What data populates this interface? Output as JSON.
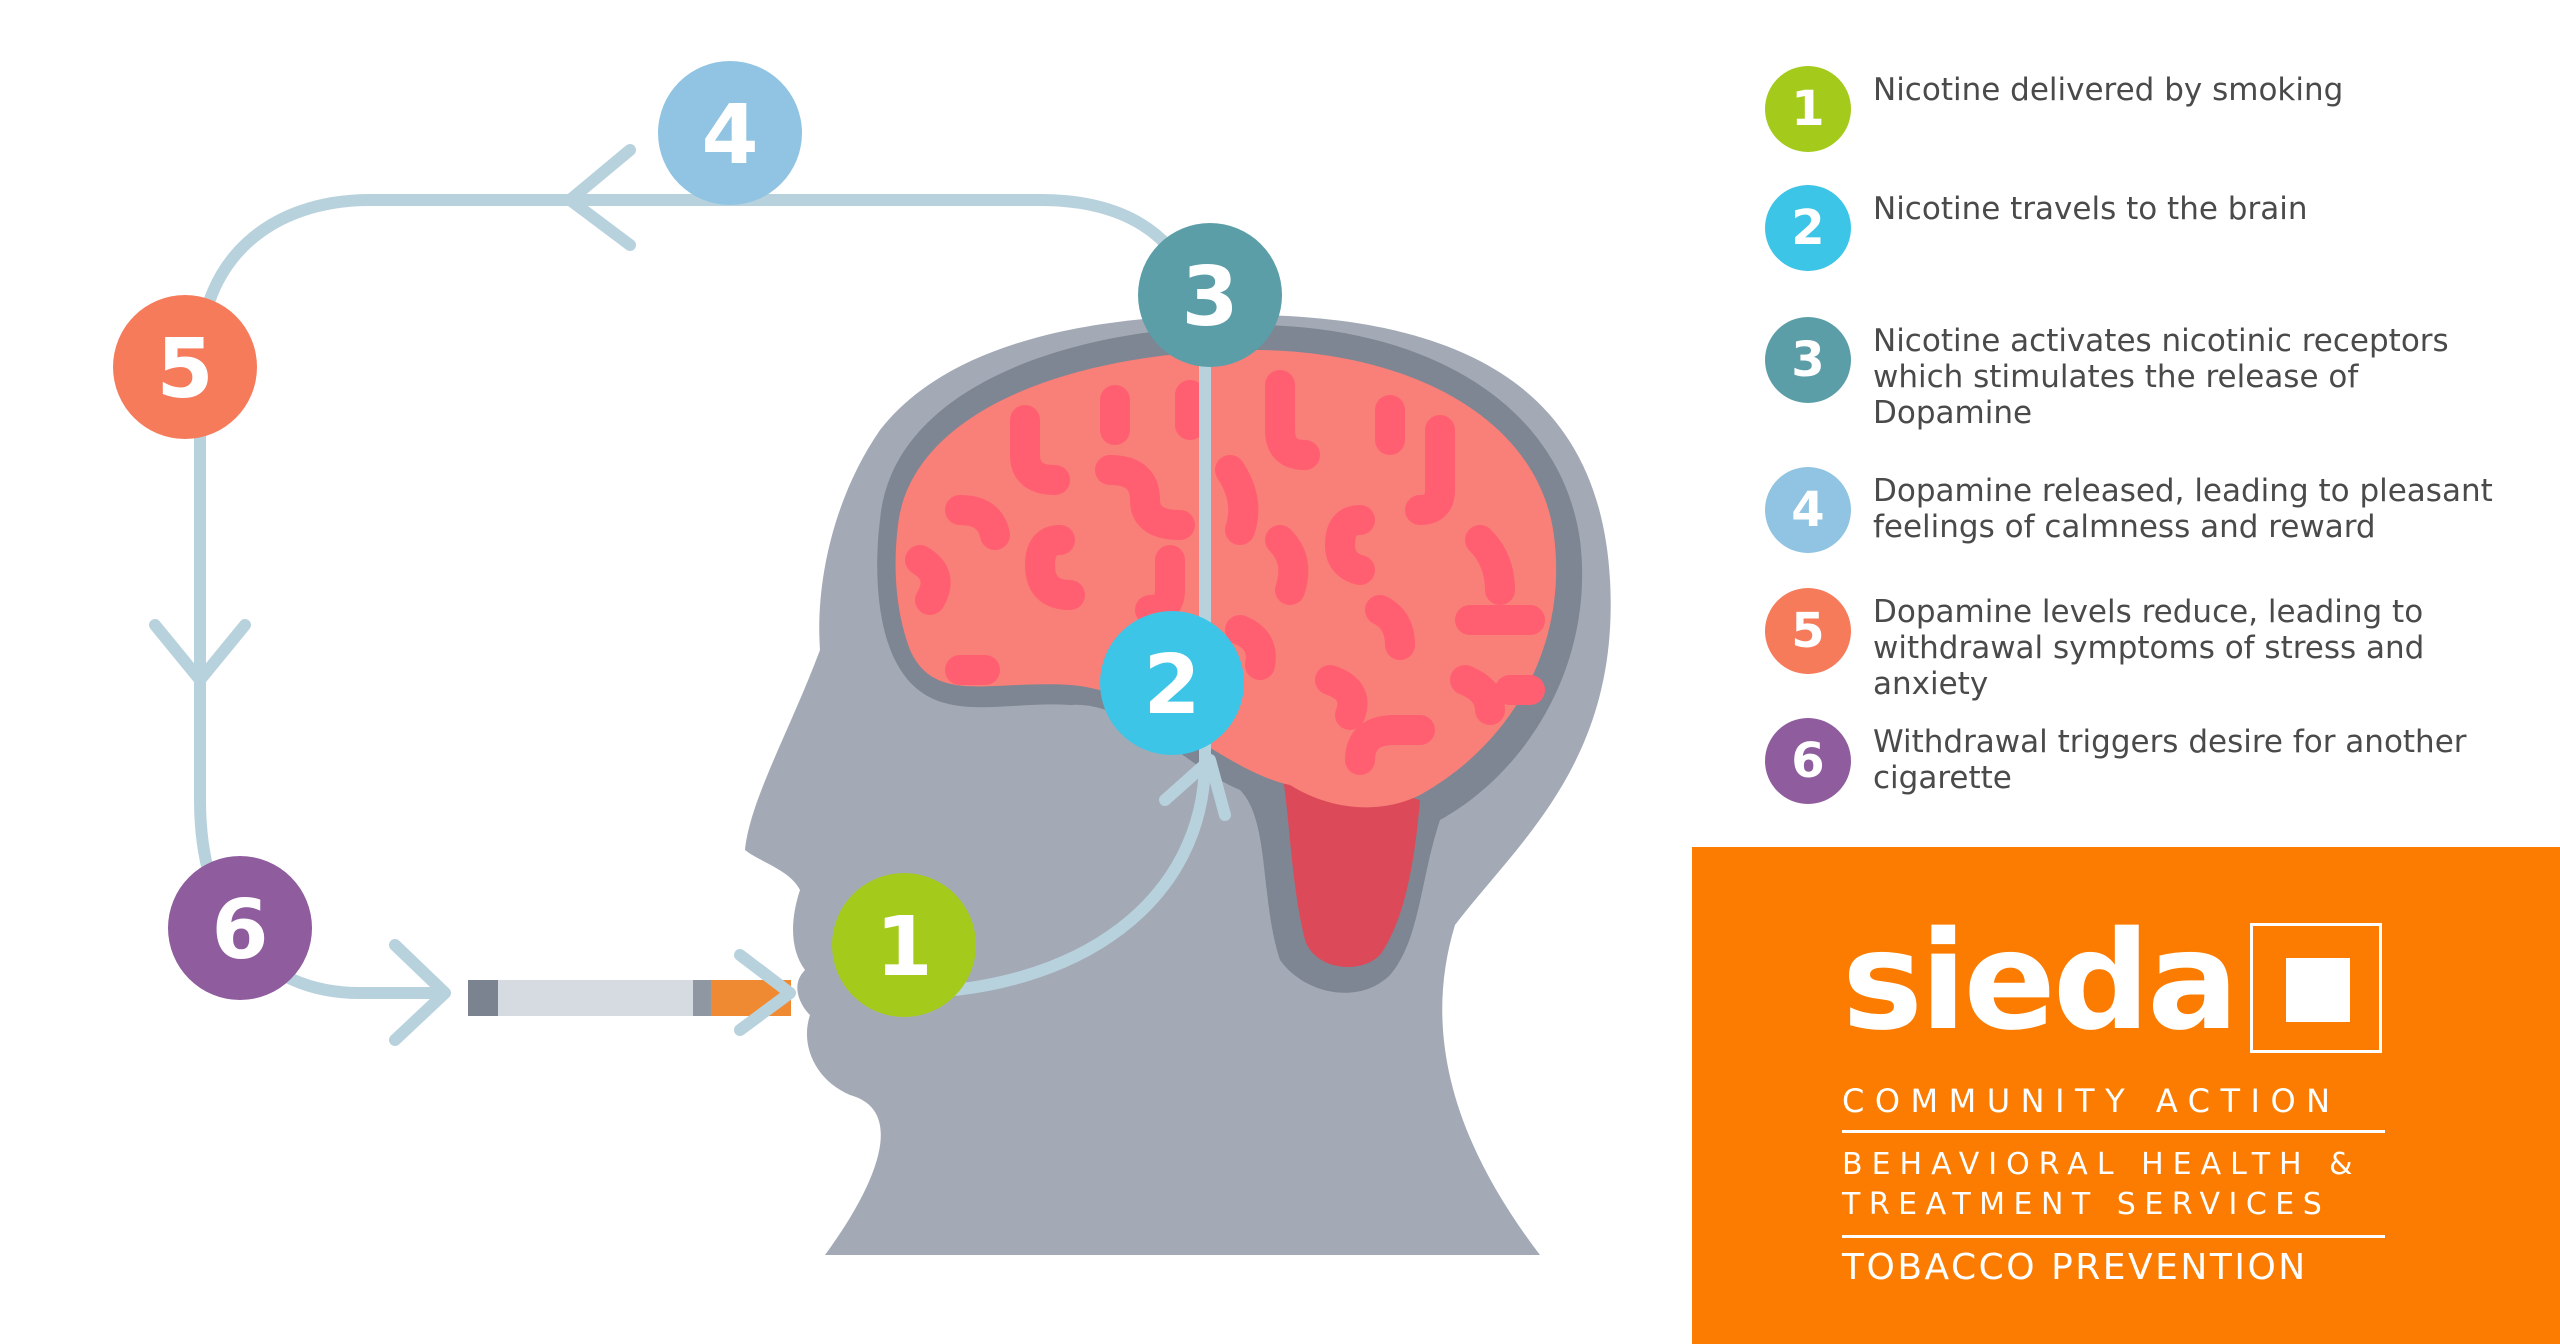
{
  "colors": {
    "step1": "#a4cb1b",
    "step2": "#3dc5e7",
    "step3": "#5c9ea8",
    "step4": "#90c4e2",
    "step5": "#f57b5b",
    "step6": "#8f5d9e",
    "cycle_arrow": "#b8d2dd",
    "head": "#a3aab6",
    "brain": "#f97f79",
    "brain_fold": "#ff5f70",
    "brand_orange": "#fb7c00"
  },
  "diagram": {
    "markers": [
      {
        "number": "1"
      },
      {
        "number": "2"
      },
      {
        "number": "3"
      },
      {
        "number": "4"
      },
      {
        "number": "5"
      },
      {
        "number": "6"
      }
    ]
  },
  "legend": [
    {
      "number": "1",
      "text": "Nicotine delivered by smoking"
    },
    {
      "number": "2",
      "text": "Nicotine travels to the brain"
    },
    {
      "number": "3",
      "text": "Nicotine activates nicotinic receptors which stimulates the release of Dopamine"
    },
    {
      "number": "4",
      "text": "Dopamine released, leading to pleasant feelings of calmness and reward"
    },
    {
      "number": "5",
      "text": "Dopamine levels reduce, leading to withdrawal symptoms of stress and anxiety"
    },
    {
      "number": "6",
      "text": "Withdrawal triggers desire for another cigarette"
    }
  ],
  "brand": {
    "name": "sieda",
    "line1": "COMMUNITY ACTION",
    "line2": "BEHAVIORAL HEALTH &",
    "line3": "TREATMENT SERVICES",
    "line4": "TOBACCO PREVENTION"
  }
}
